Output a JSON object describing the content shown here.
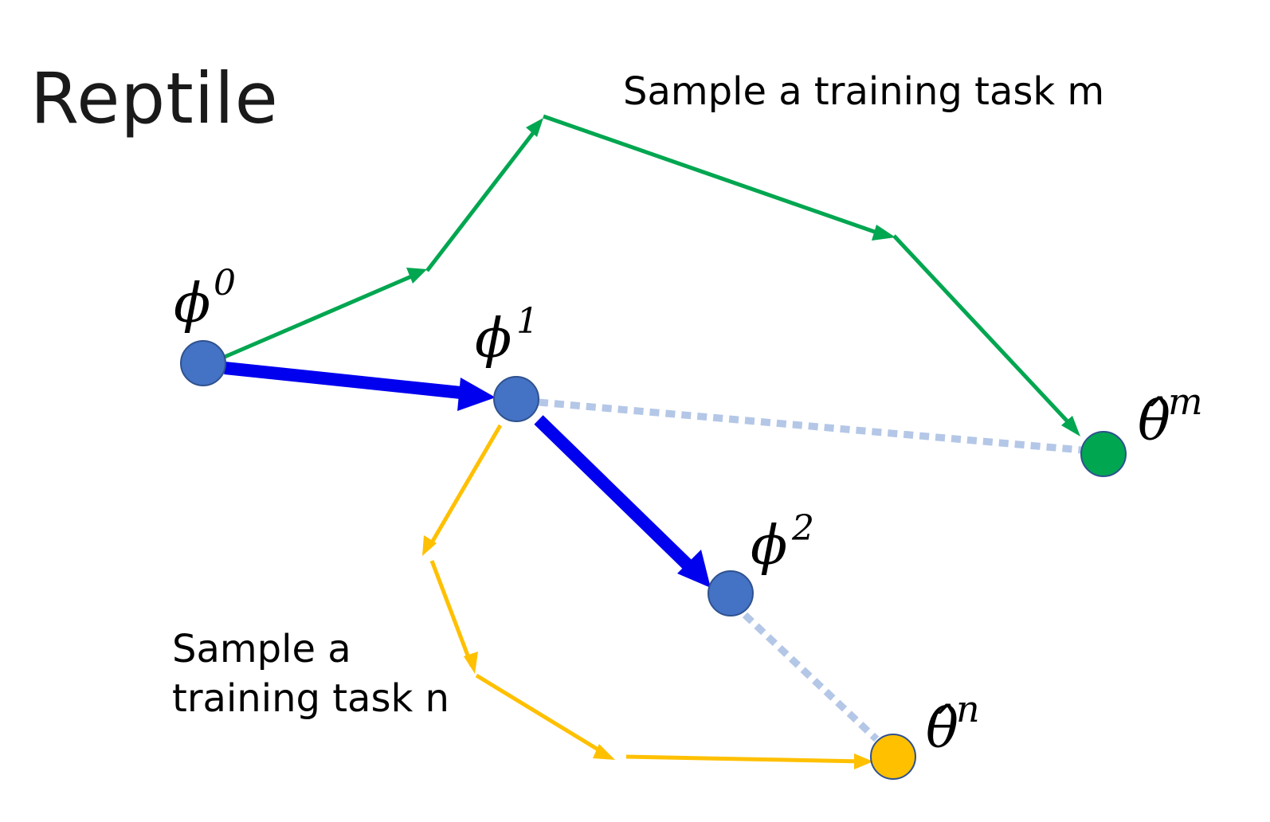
{
  "title": "Reptile",
  "captions": {
    "task_m": "Sample a training task m",
    "task_n_line1": "Sample a",
    "task_n_line2": "training task n"
  },
  "labels": {
    "phi0_base": "ϕ",
    "phi0_sup": "0",
    "phi1_base": "ϕ",
    "phi1_sup": "1",
    "phi2_base": "ϕ",
    "phi2_sup": "2",
    "theta_m_base": "θ̂",
    "theta_m_sup": "m",
    "theta_n_base": "θ̂",
    "theta_n_sup": "n"
  },
  "colors": {
    "meta_update": "#0000ee",
    "node_blue": "#4472c4",
    "node_blue_stroke": "#2f528f",
    "task_m_path": "#00a650",
    "task_m_node": "#00a650",
    "task_n_path": "#ffc000",
    "task_n_node": "#ffc000",
    "dotted_link": "#b4c7e7"
  }
}
